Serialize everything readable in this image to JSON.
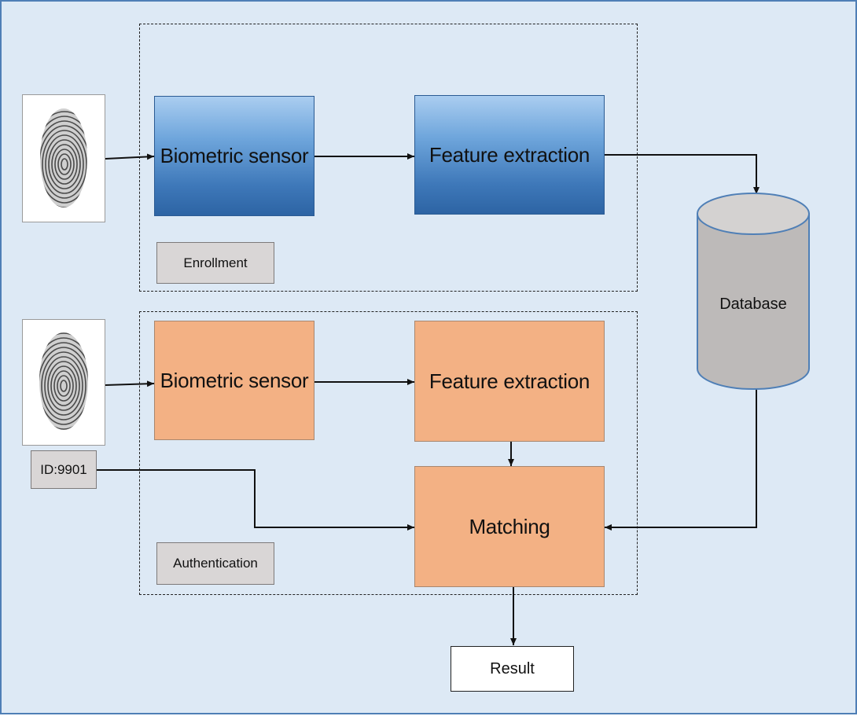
{
  "enrollment": {
    "label": "Enrollment",
    "sensor_label": "Biometric sensor",
    "extraction_label": "Feature extraction"
  },
  "authentication": {
    "label": "Authentication",
    "sensor_label": "Biometric sensor",
    "extraction_label": "Feature extraction",
    "matching_label": "Matching",
    "id_label": "ID:9901"
  },
  "database": {
    "label": "Database"
  },
  "result": {
    "label": "Result"
  },
  "icons": {
    "fingerprint": "fingerprint-icon",
    "database": "database-cylinder-icon"
  },
  "colors": {
    "background": "#dde9f5",
    "enrollment_box": "#3e78b9",
    "authentication_box": "#f3b184",
    "label_tag": "#d9d6d6",
    "database": "#bdbab9"
  }
}
